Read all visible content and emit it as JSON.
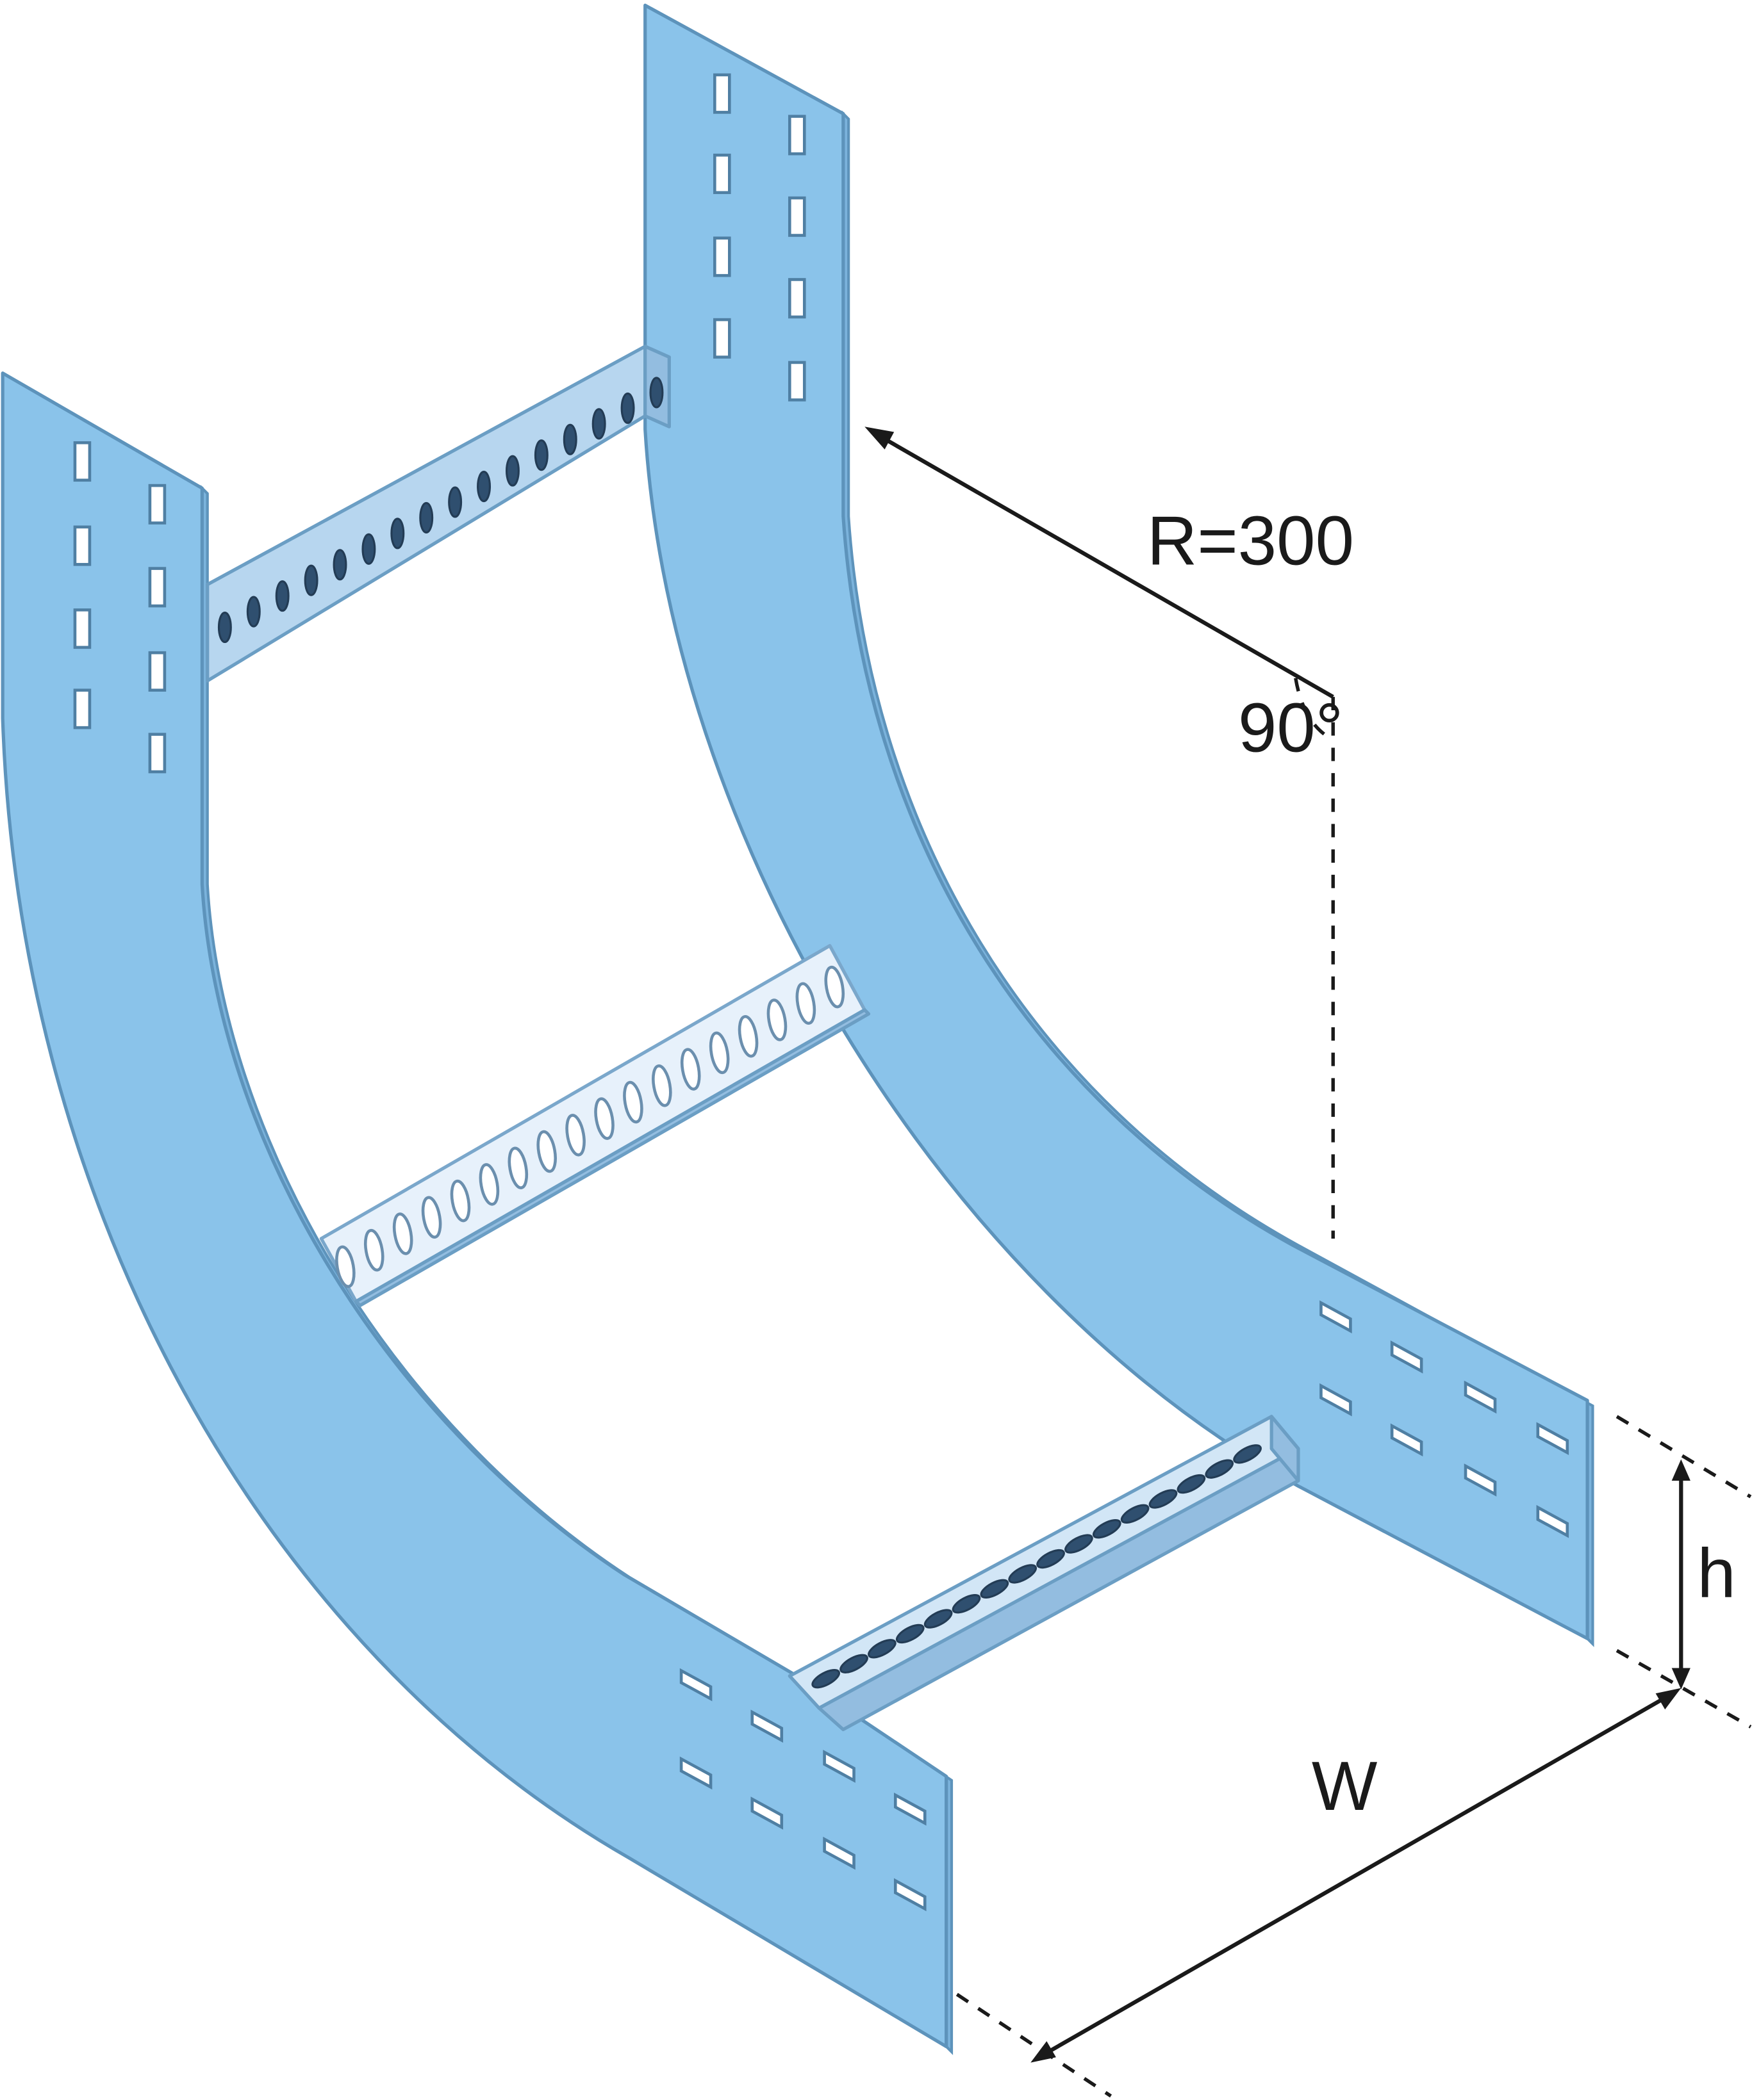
{
  "figure": {
    "labels": {
      "radius": "R=300",
      "angle": "90°",
      "height": "h",
      "width": "W"
    },
    "colors": {
      "plate_fill": "#8ac3ea",
      "plate_stroke": "#5d93bb",
      "rung_fill": "#b7d6ef",
      "rung_light": "#e7f1fb",
      "dimension_line": "#1a1a1a",
      "background": "#ffffff"
    }
  }
}
